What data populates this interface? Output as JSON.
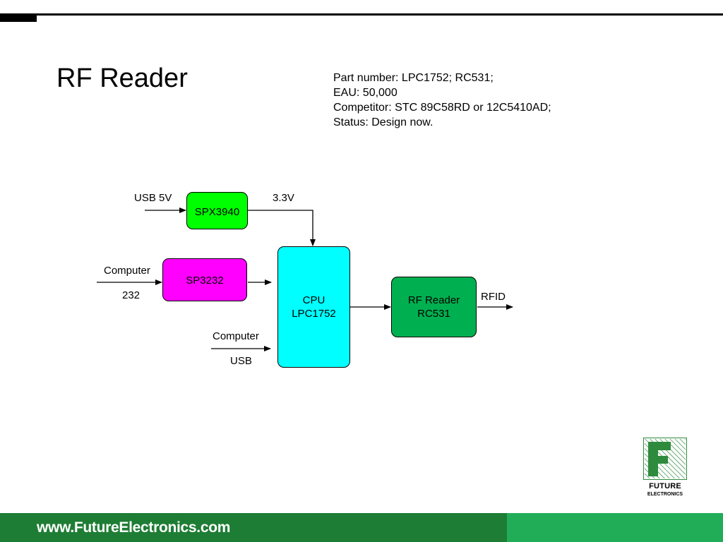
{
  "slide": {
    "title": "RF Reader",
    "info": [
      "Part number:  LPC1752; RC531;",
      "EAU: 50,000",
      "Competitor: STC 89C58RD or 12C5410AD;",
      "Status: Design now."
    ]
  },
  "diagram": {
    "blocks": {
      "spx": {
        "line1": "SPX3940",
        "color": "#00ff00"
      },
      "sp3232": {
        "line1": "SP3232",
        "color": "#ff00ff"
      },
      "cpu": {
        "line1": "CPU",
        "line2": "LPC1752",
        "color": "#00ffff"
      },
      "rf": {
        "line1": "RF Reader",
        "line2": "RC531",
        "color": "#00b050"
      }
    },
    "labels": {
      "usb5v": "USB 5V",
      "v33": "3.3V",
      "computer1": "Computer",
      "n232": "232",
      "computer2": "Computer",
      "usb": "USB",
      "rfid": "RFID"
    }
  },
  "logo": {
    "line1": "FUTURE",
    "line2": "ELECTRONICS",
    "color": "#2e8b3e"
  },
  "footer": {
    "url": "www.FutureElectronics.com",
    "left_color": "#1e7d34",
    "right_color": "#21ad58"
  }
}
